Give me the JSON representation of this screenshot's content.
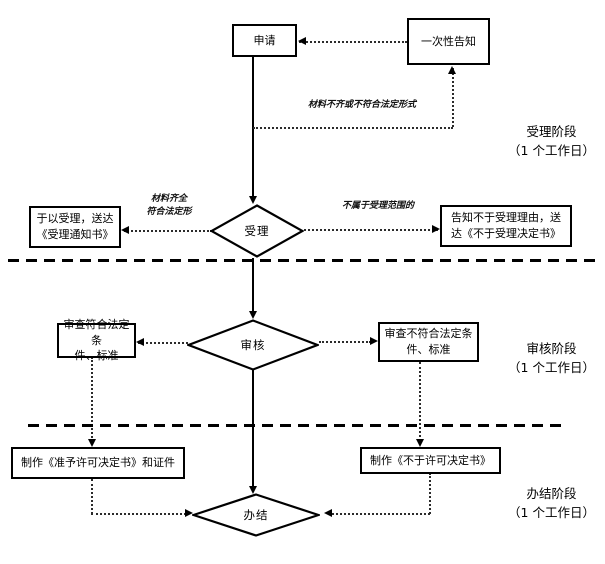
{
  "diagram": {
    "nodes": {
      "apply": "申请",
      "one_time_notice": "一次性告知",
      "accept": "受理",
      "review": "审核",
      "finish": "办结",
      "accept_grant": {
        "lines": [
          "于以受理，送达",
          "《受理通知书》"
        ]
      },
      "accept_deny": {
        "lines": [
          "告知不于受理理由，送",
          "达《不于受理决定书》"
        ]
      },
      "review_pass": {
        "lines": [
          "审查符合法定条",
          "件、标准"
        ]
      },
      "review_fail": {
        "lines": [
          "审查不符合法定条",
          "件、标准"
        ]
      },
      "make_permit": "制作《准予许可决定书》和证件",
      "make_deny": "制作《不于许可决定书》"
    },
    "edge_labels": {
      "incomplete": "材料不齐或不符合法定形式",
      "complete": {
        "lines": [
          "材料齐全",
          "符合法定形"
        ]
      },
      "out_of_scope": "不属于受理范围的"
    },
    "stages": [
      {
        "name": "受理阶段",
        "duration": "（1 个工作日）"
      },
      {
        "name": "审核阶段",
        "duration": "（1 个工作日）"
      },
      {
        "name": "办结阶段",
        "duration": "（1 个工作日）"
      }
    ],
    "colors": {
      "line": "#000000",
      "background": "#ffffff",
      "text": "#000000"
    }
  }
}
